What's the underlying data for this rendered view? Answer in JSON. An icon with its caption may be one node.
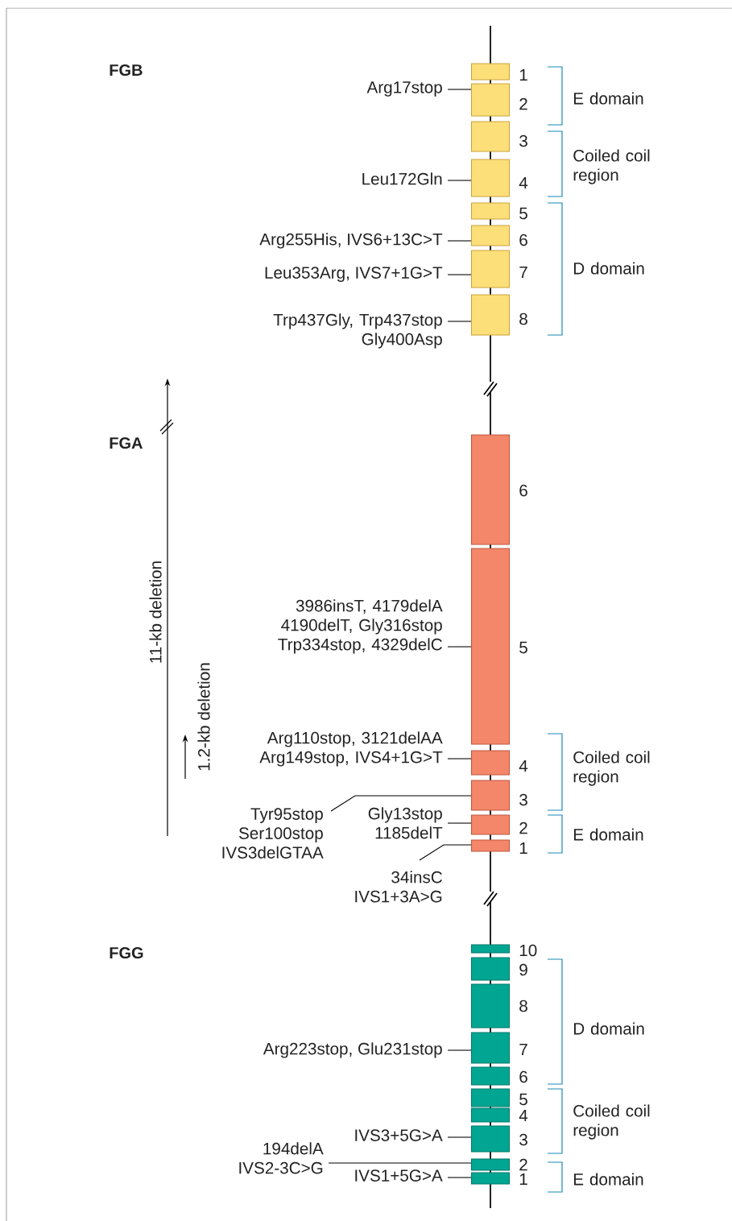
{
  "diagram": {
    "nodes": [
      {
        "text": [],
        "shape": "box",
        "beside": [
          "1"
        ]
      },
      {
        "text": [],
        "shape": "box",
        "beside": [
          "2"
        ]
      },
      {
        "text": [],
        "shape": "box",
        "beside": [
          "3"
        ]
      },
      {
        "text": [],
        "shape": "box",
        "beside": [
          "4"
        ]
      },
      {
        "text": [],
        "shape": "box",
        "beside": [
          "5"
        ]
      },
      {
        "text": [],
        "shape": "box",
        "beside": [
          "6"
        ]
      },
      {
        "text": [],
        "shape": "box",
        "beside": [
          "7"
        ]
      },
      {
        "text": [],
        "shape": "box",
        "beside": [
          "8"
        ]
      },
      {
        "text": [
          "Arg17stop"
        ]
      },
      {
        "text": [
          "Leu172Gln"
        ]
      },
      {
        "text": [
          "Arg255His, IVS6+13C>T"
        ]
      },
      {
        "text": [
          "Leu353Arg, IVS7+1G>T"
        ]
      },
      {
        "text": [
          "Trp437Gly, Trp437stop Gly400Asp"
        ]
      },
      {
        "text": [],
        "shape": "box",
        "beside": [
          "6"
        ]
      },
      {
        "text": [],
        "shape": "box",
        "beside": [
          "5"
        ]
      },
      {
        "text": [],
        "shape": "box",
        "beside": [
          "4"
        ]
      },
      {
        "text": [],
        "shape": "box",
        "beside": [
          "3"
        ]
      },
      {
        "text": [],
        "shape": "box",
        "beside": [
          "2"
        ]
      },
      {
        "text": [],
        "shape": "box",
        "beside": [
          "1"
        ]
      },
      {
        "text": [
          "3986insT, 4179delA 4190delT, Gly316stop Trp334stop, 4329delC"
        ]
      },
      {
        "text": [
          "Arg110stop, 3121delAA Arg149stop, IVS4+1G>T"
        ]
      },
      {
        "text": [
          "Tyr95stop Ser100stop IVS3delGTAA"
        ]
      },
      {
        "text": [
          "Gly13stop 1185delT"
        ]
      },
      {
        "text": [
          "34insC IVS1+3A>G"
        ]
      },
      {
        "text": [],
        "shape": "box",
        "beside": [
          "10"
        ]
      },
      {
        "text": [],
        "shape": "box",
        "beside": [
          "9"
        ]
      },
      {
        "text": [],
        "shape": "box",
        "beside": [
          "8"
        ]
      },
      {
        "text": [],
        "shape": "box",
        "beside": [
          "7"
        ]
      },
      {
        "text": [],
        "shape": "box",
        "beside": [
          "6"
        ]
      },
      {
        "text": [],
        "shape": "box",
        "beside": [
          "5"
        ]
      },
      {
        "text": [],
        "shape": "box",
        "beside": [
          "4"
        ]
      },
      {
        "text": [],
        "shape": "box",
        "beside": [
          "3"
        ]
      },
      {
        "text": [],
        "shape": "box",
        "beside": [
          "2"
        ]
      },
      {
        "text": [],
        "shape": "box",
        "beside": [
          "1"
        ]
      },
      {
        "text": [
          "Arg223stop, Glu231stop"
        ]
      },
      {
        "text": [
          "IVS3+5G>A"
        ]
      },
      {
        "text": [
          "194delA IVS2-3C>G"
        ]
      },
      {
        "text": [
          "IVS1+5G>A"
        ]
      }
    ],
    "edges": [
      {
        "from": 8,
        "to": 1,
        "arrow": "none"
      },
      {
        "from": 9,
        "to": 3,
        "arrow": "none"
      },
      {
        "from": 10,
        "to": 5,
        "arrow": "none"
      },
      {
        "from": 11,
        "to": 6,
        "arrow": "none"
      },
      {
        "from": 12,
        "to": 7,
        "arrow": "none"
      },
      {
        "from": 19,
        "to": 14,
        "arrow": "none"
      },
      {
        "from": 20,
        "to": 15,
        "arrow": "none"
      },
      {
        "from": 21,
        "to": 16,
        "arrow": "none"
      },
      {
        "from": 22,
        "to": 17,
        "arrow": "none"
      },
      {
        "from": 23,
        "to": 18,
        "arrow": "none"
      },
      {
        "from": 34,
        "to": 27,
        "arrow": "none"
      },
      {
        "from": 35,
        "to": 31,
        "arrow": "none"
      },
      {
        "from": 36,
        "to": 32,
        "arrow": "none"
      },
      {
        "from": 37,
        "to": 33,
        "arrow": "none"
      }
    ],
    "labels": [
      "FGB",
      "E domain",
      "Coiled coil region",
      "D domain",
      "FGA",
      "11-kb deletion",
      "1.2-kb deletion",
      "Coiled coil region",
      "E domain",
      "FGG",
      "D domain",
      "Coiled coil region",
      "E domain"
    ]
  }
}
